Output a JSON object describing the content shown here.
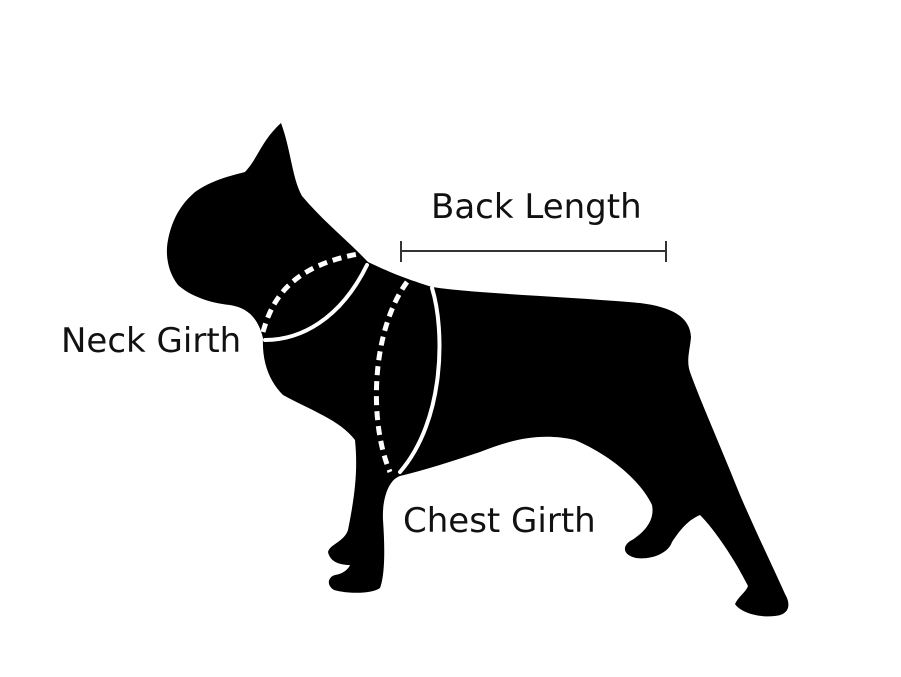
{
  "labels": {
    "back_length": "Back Length",
    "neck_girth": "Neck Girth",
    "chest_girth": "Chest Girth"
  },
  "colors": {
    "silhouette": "#000000",
    "measure_line": "#ffffff",
    "ruler": "#333333",
    "text": "#111111",
    "background": "#ffffff"
  }
}
